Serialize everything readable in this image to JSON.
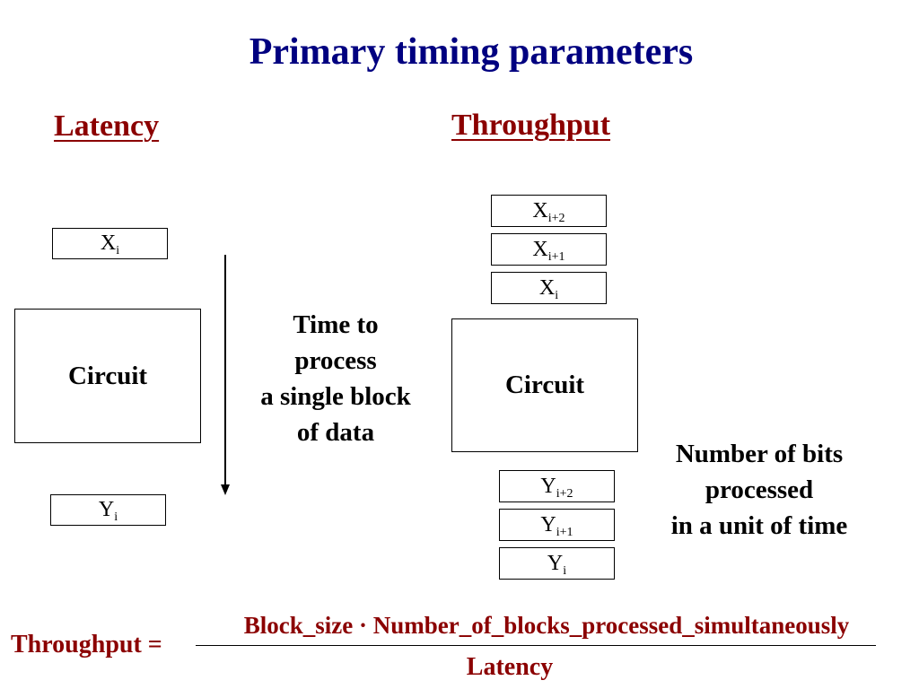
{
  "title": "Primary timing parameters",
  "latency": {
    "heading": "Latency",
    "input": {
      "base": "X",
      "sub": "i"
    },
    "circuit": "Circuit",
    "output": {
      "base": "Y",
      "sub": "i"
    },
    "caption_lines": [
      "Time to",
      "process",
      "a single block",
      "of data"
    ]
  },
  "throughput": {
    "heading": "Throughput",
    "inputs": [
      {
        "base": "X",
        "sub": "i+2"
      },
      {
        "base": "X",
        "sub": "i+1"
      },
      {
        "base": "X",
        "sub": "i"
      }
    ],
    "circuit": "Circuit",
    "outputs": [
      {
        "base": "Y",
        "sub": "i+2"
      },
      {
        "base": "Y",
        "sub": "i+1"
      },
      {
        "base": "Y",
        "sub": "i"
      }
    ],
    "caption_lines": [
      "Number of bits",
      "processed",
      "in a unit of time"
    ]
  },
  "formula": {
    "lhs": "Throughput =",
    "numerator": "Block_size · Number_of_blocks_processed_simultaneously",
    "denominator": "Latency"
  },
  "colors": {
    "title": "#000080",
    "heading": "#8b0000",
    "formula": "#8b0000"
  }
}
